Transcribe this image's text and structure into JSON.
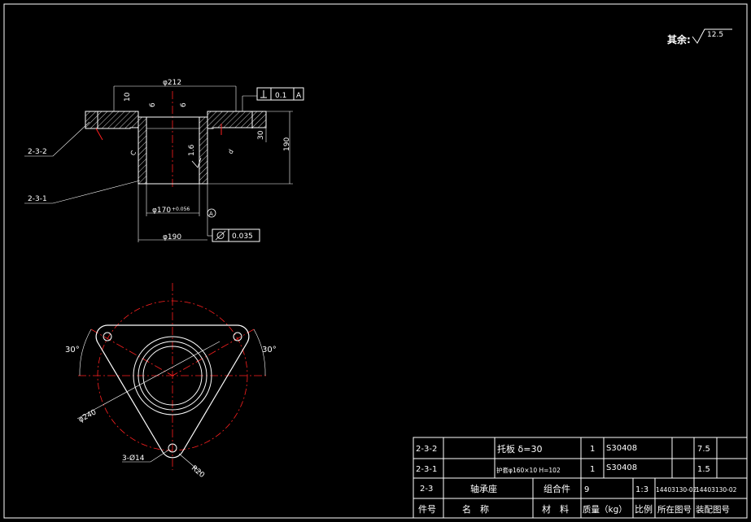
{
  "surface_note": {
    "prefix": "其余:",
    "value": "12.5"
  },
  "section_view": {
    "dims": {
      "flange_dia": "φ212",
      "flange_thk": "10",
      "wall_a": "6",
      "wall_b": "6",
      "flat_30": "30",
      "height": "190",
      "roughness_bore": "1.6",
      "bore_dia": "φ170",
      "bore_tol": "+0.056",
      "outer_dia": "φ190",
      "chamfer_label": "C",
      "roughness_side": "d"
    },
    "tolerances": {
      "perp_value": "0.1",
      "perp_datum": "A",
      "circ_value": "0.035",
      "datum_label": "A"
    },
    "leaders": {
      "part_upper": "2-3-2",
      "part_lower": "2-3-1"
    }
  },
  "plan_view": {
    "angle_left": "30°",
    "angle_right": "30°",
    "bolt_circle": "φ240",
    "holes": "3-Ø14",
    "radius": "R20"
  },
  "title_block": {
    "rows": [
      {
        "code": "2-3-2",
        "name": "托板 δ=30",
        "qty": "1",
        "material": "S30408",
        "weight": "7.5"
      },
      {
        "code": "2-3-1",
        "name": "护套φ160×10 H=102",
        "qty": "1",
        "material": "S30408",
        "weight": "1.5"
      }
    ],
    "assembly": {
      "code": "2-3",
      "name": "轴承座",
      "type": "组合件",
      "qty": "9",
      "scale": "1:3",
      "drawing_no": "14403130-02",
      "assembly_no": "14403130-02"
    },
    "headers": {
      "part_no": "件号",
      "name": "名　称",
      "material": "材　料",
      "weight": "质量（kg）",
      "scale": "比例",
      "drawing": "所在图号",
      "assembly": "装配图号"
    }
  }
}
